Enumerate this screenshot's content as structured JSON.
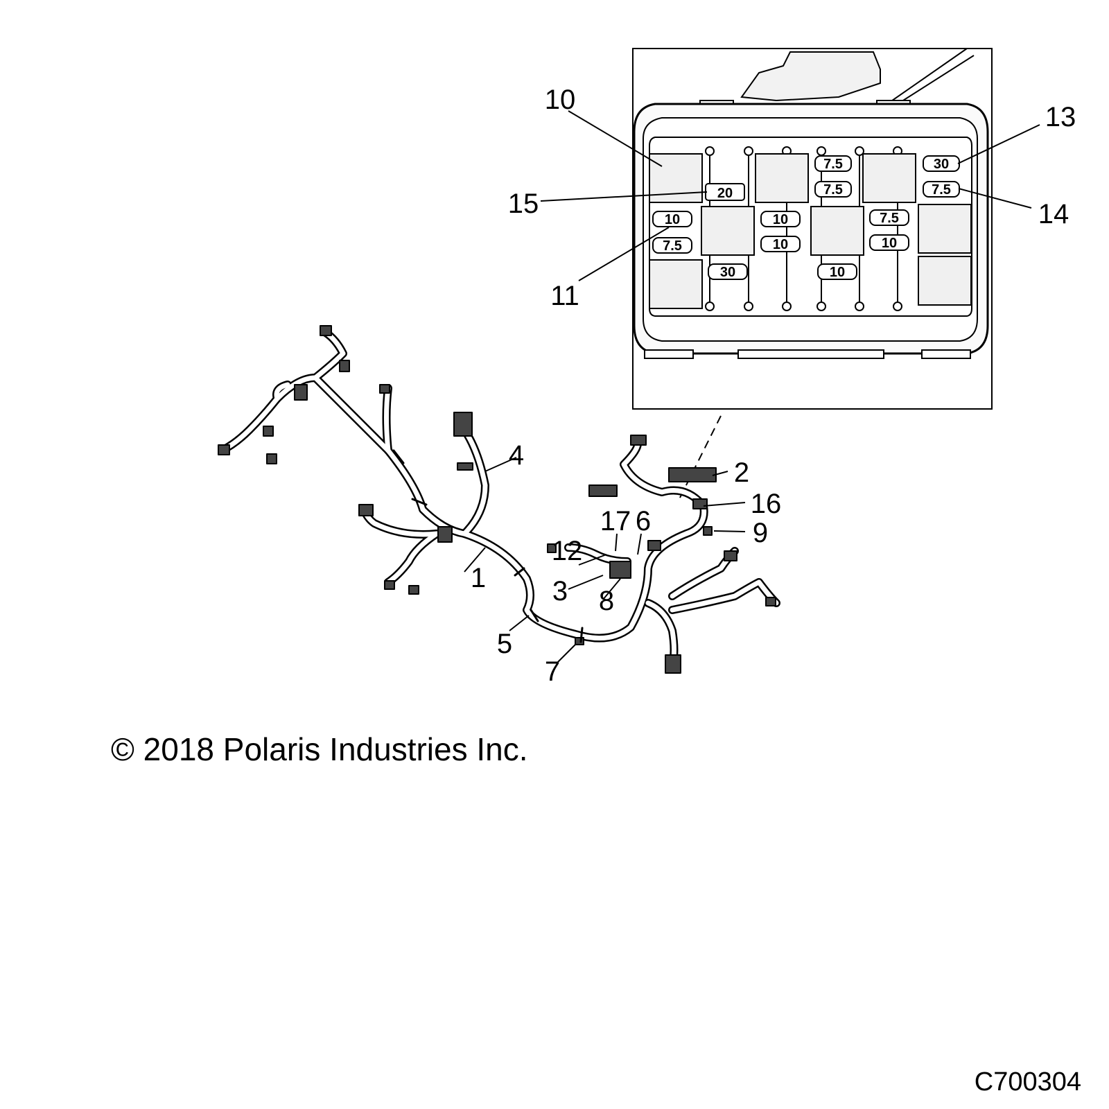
{
  "callouts": {
    "c1": "1",
    "c2": "2",
    "c3": "3",
    "c4": "4",
    "c5": "5",
    "c6": "6",
    "c7": "7",
    "c8": "8",
    "c9": "9",
    "c10": "10",
    "c11": "11",
    "c12": "12",
    "c13": "13",
    "c14": "14",
    "c15": "15",
    "c16": "16",
    "c17": "17"
  },
  "fuses": {
    "f1": "7.5",
    "f2": "7.5",
    "f3": "30",
    "f4": "7.5",
    "f5": "20",
    "f6": "10",
    "f7": "10",
    "f8": "7.5",
    "f9": "7.5",
    "f10": "10",
    "f11": "10",
    "f12": "30",
    "f13": "10"
  },
  "copyright": "© 2018 Polaris Industries Inc.",
  "drawing_id": "C700304"
}
